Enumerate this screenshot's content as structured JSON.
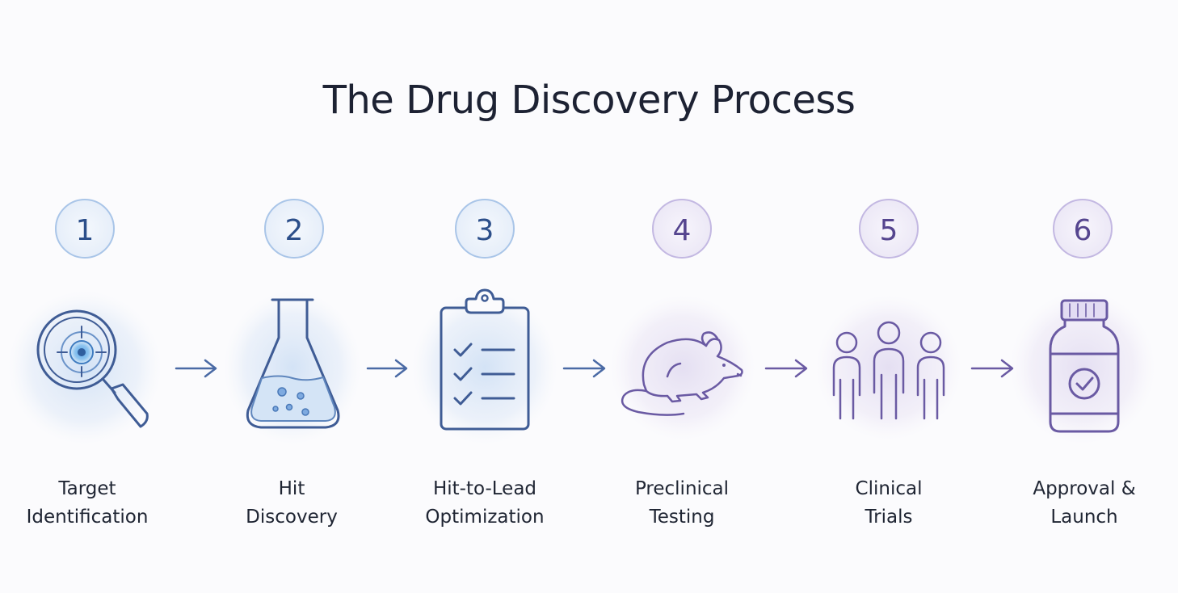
{
  "title": "The Drug Discovery Process",
  "colors": {
    "blue_stroke": "#3f5c95",
    "blue_accent": "#4a8fd1",
    "purple_stroke": "#6a5aa3",
    "title_text": "#1d2233"
  },
  "steps": [
    {
      "number": "1",
      "label_line1": "Target",
      "label_line2": "Identification",
      "icon": "magnifier-target-icon",
      "theme": "blue"
    },
    {
      "number": "2",
      "label_line1": "Hit",
      "label_line2": "Discovery",
      "icon": "flask-icon",
      "theme": "blue"
    },
    {
      "number": "3",
      "label_line1": "Hit-to-Lead",
      "label_line2": "Optimization",
      "icon": "clipboard-checklist-icon",
      "theme": "blue"
    },
    {
      "number": "4",
      "label_line1": "Preclinical",
      "label_line2": "Testing",
      "icon": "mouse-icon",
      "theme": "purple"
    },
    {
      "number": "5",
      "label_line1": "Clinical",
      "label_line2": "Trials",
      "icon": "people-icon",
      "theme": "purple"
    },
    {
      "number": "6",
      "label_line1": "Approval &",
      "label_line2": "Launch",
      "icon": "medicine-bottle-icon",
      "theme": "purple"
    }
  ]
}
